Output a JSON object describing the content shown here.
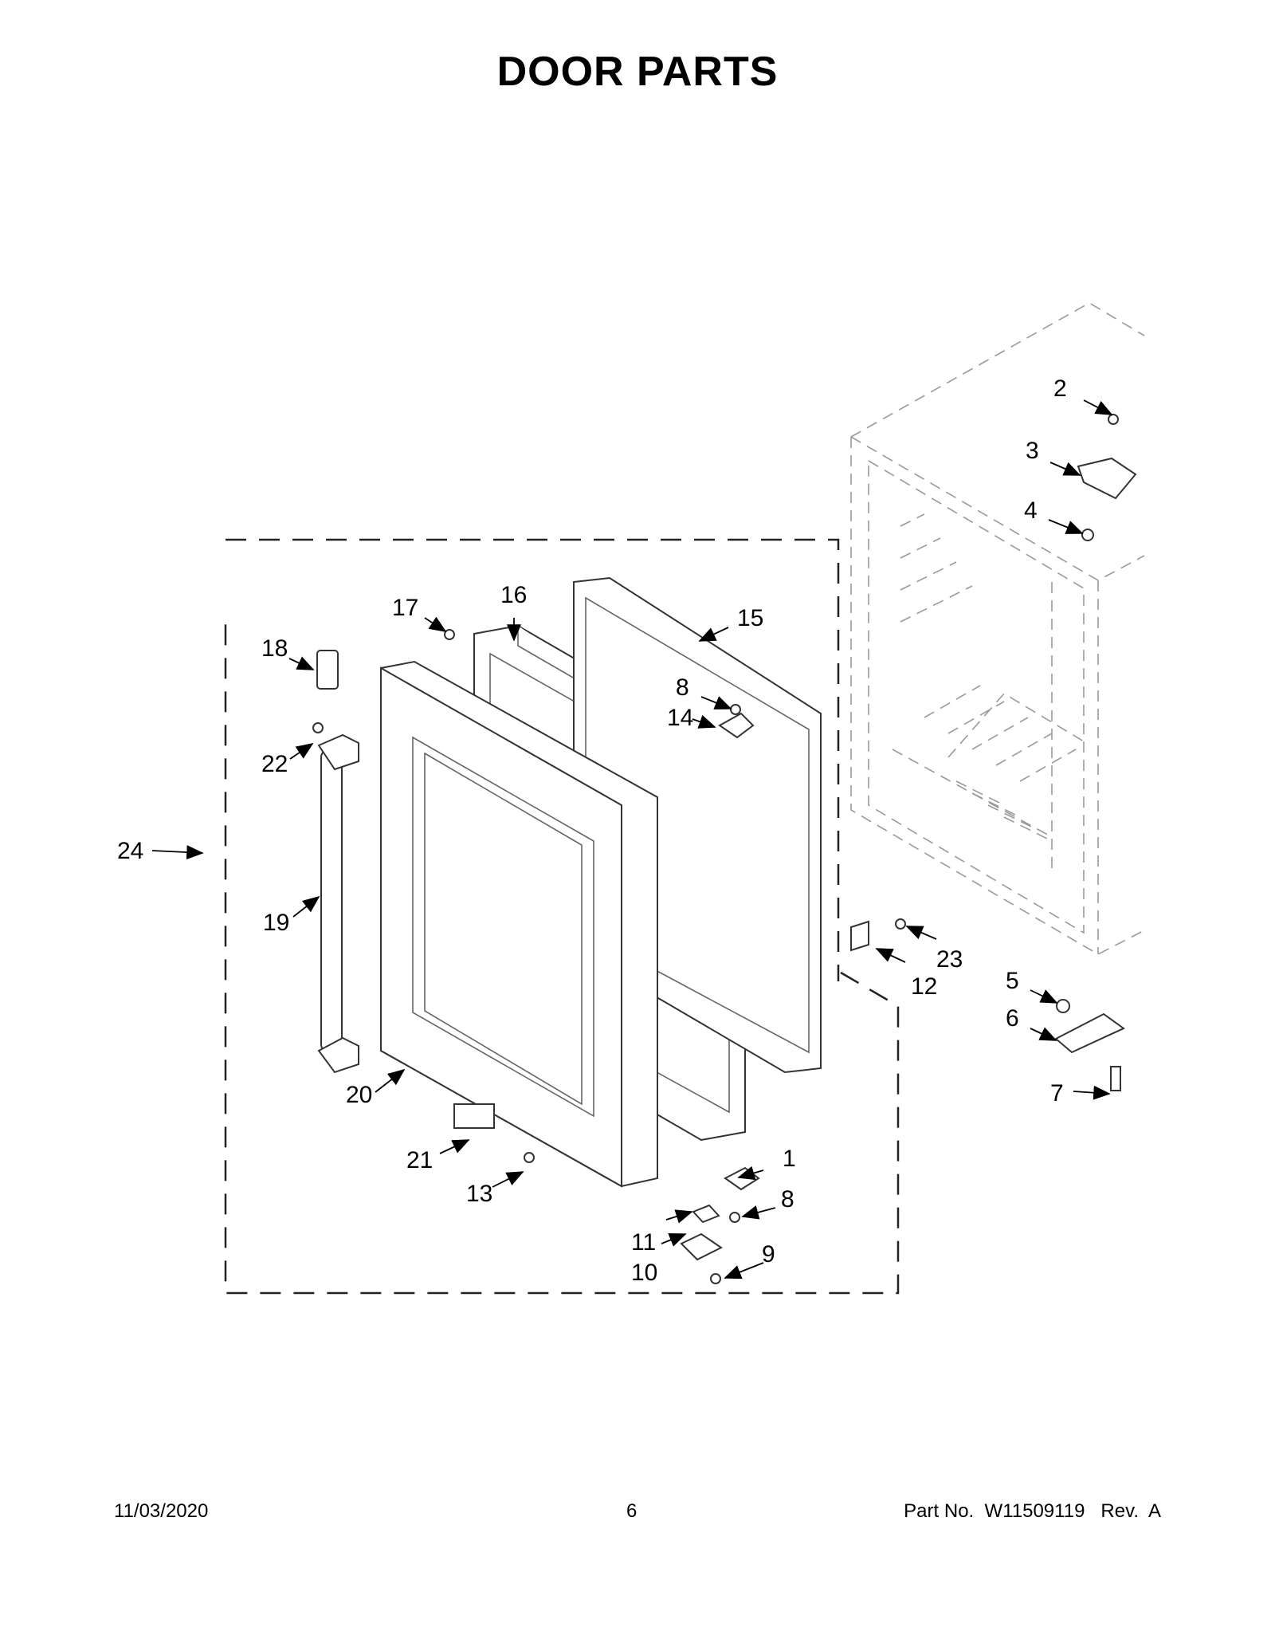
{
  "page": {
    "title": "DOOR PARTS",
    "footer": {
      "date": "11/03/2020",
      "page_number": "6",
      "part_number": "Part No.  W11509119   Rev.  A"
    }
  },
  "callouts": [
    "1",
    "2",
    "3",
    "4",
    "5",
    "6",
    "7",
    "8",
    "8",
    "9",
    "10",
    "11",
    "12",
    "13",
    "14",
    "15",
    "16",
    "17",
    "18",
    "19",
    "20",
    "21",
    "22",
    "23",
    "24"
  ]
}
